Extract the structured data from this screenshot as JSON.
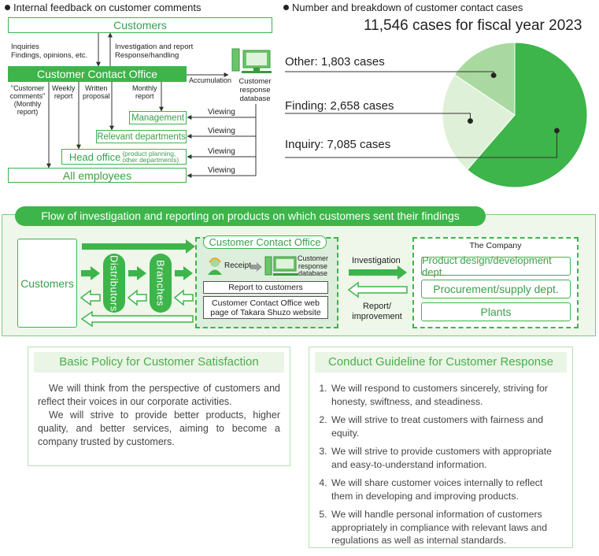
{
  "feedback": {
    "title": "Internal feedback on customer comments",
    "customers": "Customers",
    "inquiries_line1": "Inquiries",
    "inquiries_line2": "Findings, opinions, etc.",
    "invest_line1": "Investigation and report",
    "invest_line2": "Response/handling",
    "office": "Customer Contact Office",
    "accumulation": "Accumulation",
    "db_line1": "Customer",
    "db_line2": "response",
    "db_line3": "database",
    "cc_line1": "\"Customer",
    "cc_line2": "comments\"",
    "cc_line3": "(Monthly",
    "cc_line4": "report)",
    "weekly_line1": "Weekly",
    "weekly_line2": "report",
    "written_line1": "Written",
    "written_line2": "proposal",
    "monthly_line1": "Monthly",
    "monthly_line2": "report",
    "management": "Management",
    "relevant": "Relevant departments",
    "head_office": "Head office",
    "head_office_sub1": "(product planning,",
    "head_office_sub2": "other departments)",
    "all_employees": "All employees",
    "viewing": "Viewing"
  },
  "contacts": {
    "title": "Number and breakdown of customer contact cases",
    "total": "11,546 cases for fiscal year 2023",
    "colors": {
      "inquiry": "#3db54a",
      "finding": "#dff0d8",
      "other": "#a9d9a0"
    }
  },
  "chart_data": {
    "type": "pie",
    "title": "11,546 cases for fiscal year 2023",
    "slices": [
      {
        "label": "Inquiry: 7,085 cases",
        "value": 7085
      },
      {
        "label": "Finding: 2,658 cases",
        "value": 2658
      },
      {
        "label": "Other: 1,803 cases",
        "value": 1803
      }
    ]
  },
  "flow": {
    "title": "Flow of investigation and reporting on products on which customers sent their findings",
    "customers": "Customers",
    "distributors": "Distributors",
    "branches": "Branches",
    "office": "Customer Contact Office",
    "receipt": "Receipt",
    "db_line1": "Customer",
    "db_line2": "response",
    "db_line3": "database",
    "report": "Report to customers",
    "web_line1": "Customer Contact Office web",
    "web_line2": "page of Takara Shuzo website",
    "investigation": "Investigation",
    "report_improve_line1": "Report/",
    "report_improve_line2": "improvement",
    "company": "The Company",
    "dept1": "Product design/development dept.",
    "dept2": "Procurement/supply dept.",
    "dept3": "Plants"
  },
  "policy": {
    "title": "Basic Policy for Customer Satisfaction",
    "p1": "We will think from the perspective of customers and reflect their voices in our corporate activities.",
    "p2": "We will strive to provide better products, higher quality, and better services, aiming to become a company trusted by customers."
  },
  "guideline": {
    "title": "Conduct Guideline for Customer Response",
    "items": [
      "We will respond to customers sincerely, striving for honesty, swiftness, and steadiness.",
      "We will strive to treat customers with fairness and equity.",
      "We will strive to provide customers with appropriate and easy-to-understand information.",
      "We will share customer voices internally to reflect them in developing and improving products.",
      "We will handle personal information of customers appropriately in compliance with relevant laws and regulations as well as internal standards."
    ]
  }
}
